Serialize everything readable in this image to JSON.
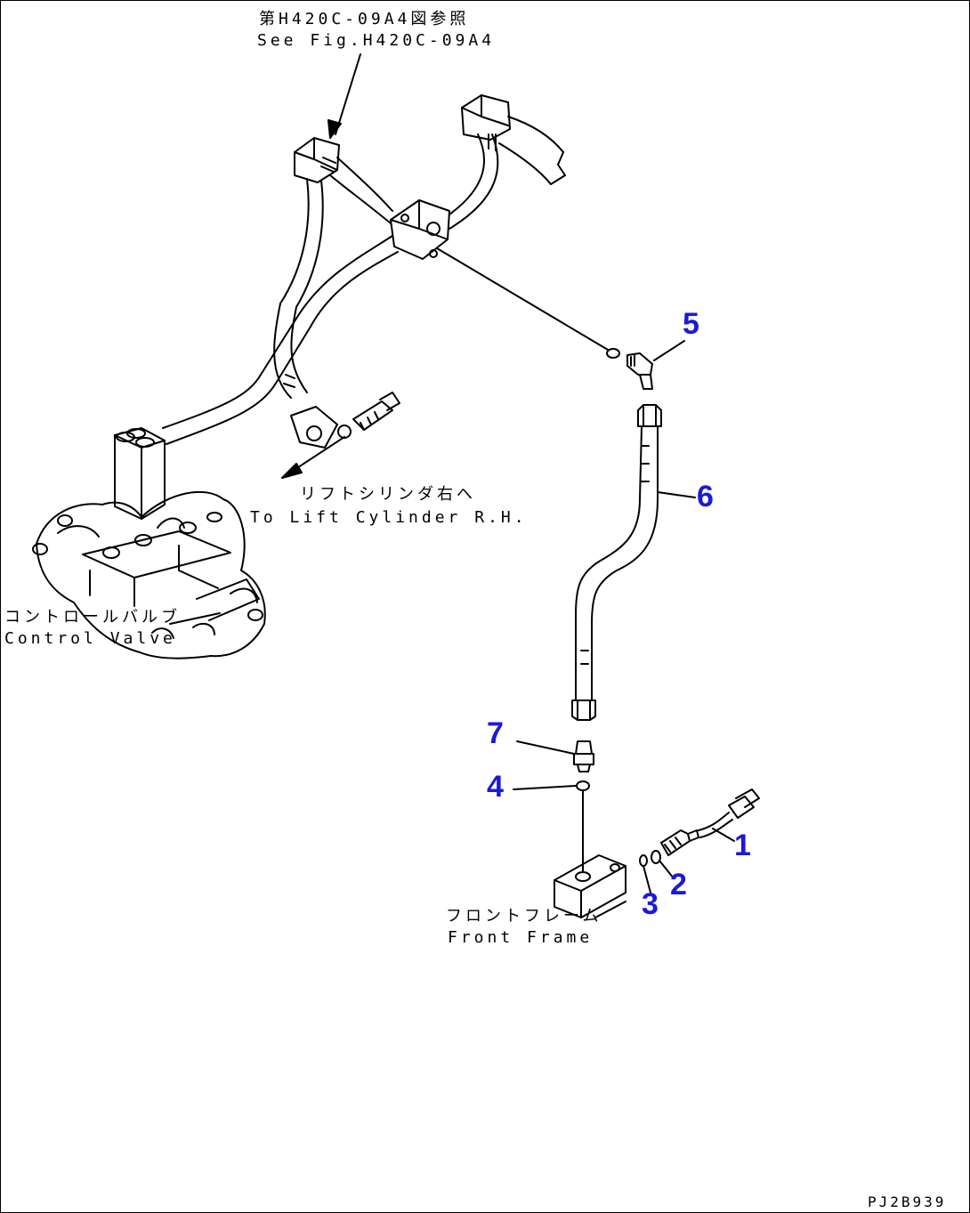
{
  "references": {
    "see_fig_jp": "第H420C-09A4図参照",
    "see_fig_en": "See Fig.H420C-09A4"
  },
  "callouts": {
    "lift_cylinder_jp": "リフトシリンダ右へ",
    "lift_cylinder_en": "To Lift Cylinder R.H.",
    "control_valve_jp": "コントロールバルブ",
    "control_valve_en": "Control Valve",
    "front_frame_jp": "フロントフレーム",
    "front_frame_en": "Front Frame"
  },
  "part_numbers": [
    "1",
    "2",
    "3",
    "4",
    "5",
    "6",
    "7"
  ],
  "drawing_code": "PJ2B939",
  "colors": {
    "line": "#000000",
    "part_number": "#1a1ad8",
    "background": "#ffffff"
  }
}
